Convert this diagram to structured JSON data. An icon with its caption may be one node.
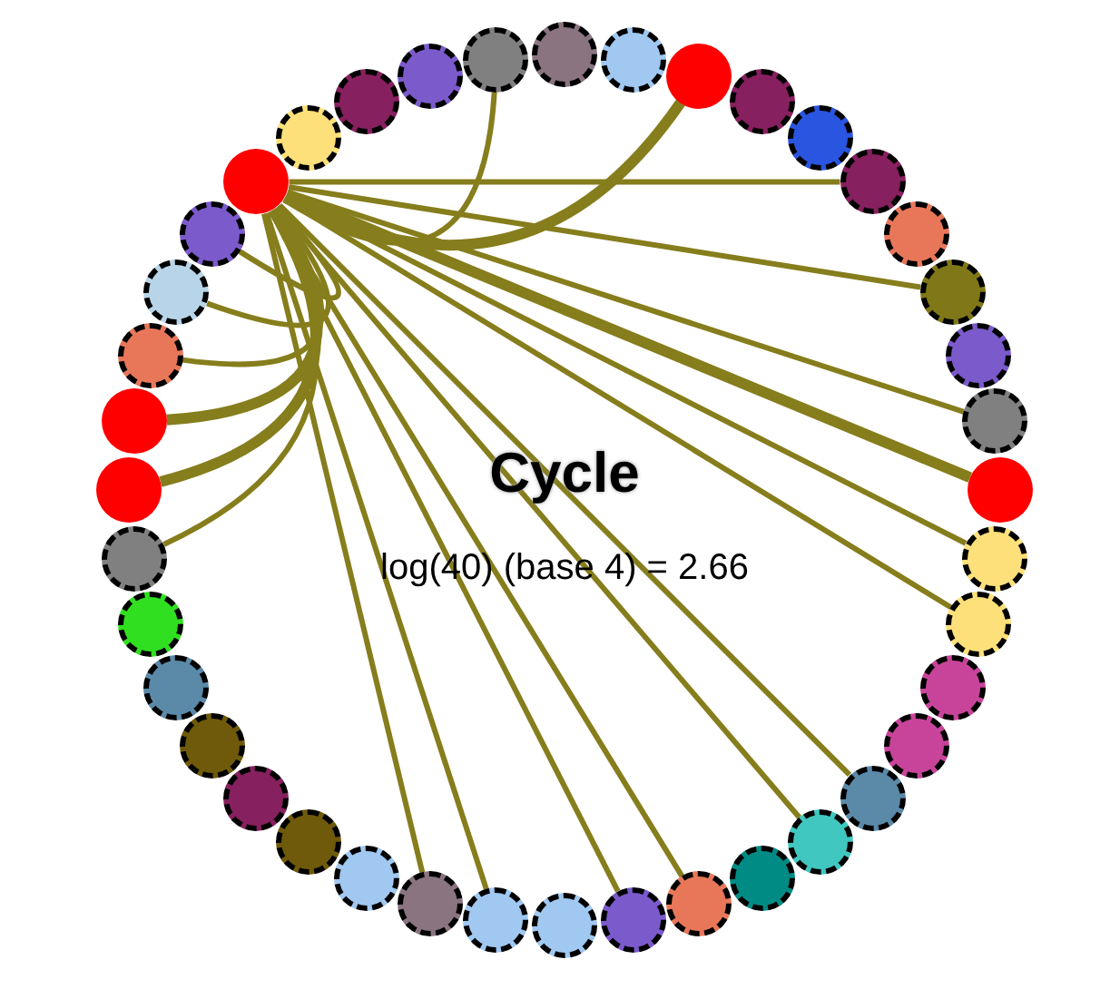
{
  "diagram": {
    "title": "Cycle",
    "nodes": [
      {
        "text": [],
        "shape": "circle"
      },
      {
        "text": [],
        "shape": "circle"
      },
      {
        "text": [],
        "shape": "circle"
      },
      {
        "text": [],
        "shape": "circle"
      },
      {
        "text": [],
        "shape": "circle"
      },
      {
        "text": [],
        "shape": "circle"
      },
      {
        "text": [],
        "shape": "circle"
      },
      {
        "text": [],
        "shape": "circle"
      },
      {
        "text": [],
        "shape": "circle"
      },
      {
        "text": [],
        "shape": "circle"
      },
      {
        "text": [],
        "shape": "circle"
      },
      {
        "text": [],
        "shape": "circle"
      },
      {
        "text": [],
        "shape": "circle"
      },
      {
        "text": [],
        "shape": "circle"
      },
      {
        "text": [],
        "shape": "circle"
      },
      {
        "text": [],
        "shape": "circle"
      },
      {
        "text": [],
        "shape": "circle"
      },
      {
        "text": [],
        "shape": "circle"
      },
      {
        "text": [],
        "shape": "circle"
      },
      {
        "text": [],
        "shape": "circle"
      },
      {
        "text": [],
        "shape": "circle"
      },
      {
        "text": [],
        "shape": "circle"
      },
      {
        "text": [],
        "shape": "circle"
      },
      {
        "text": [],
        "shape": "circle"
      },
      {
        "text": [],
        "shape": "circle"
      },
      {
        "text": [],
        "shape": "circle"
      },
      {
        "text": [],
        "shape": "circle"
      },
      {
        "text": [],
        "shape": "circle"
      },
      {
        "text": [],
        "shape": "circle"
      },
      {
        "text": [],
        "shape": "circle"
      },
      {
        "text": [],
        "shape": "circle"
      },
      {
        "text": [],
        "shape": "circle"
      },
      {
        "text": [],
        "shape": "circle"
      },
      {
        "text": [],
        "shape": "circle"
      },
      {
        "text": [],
        "shape": "circle"
      },
      {
        "text": [],
        "shape": "circle"
      },
      {
        "text": [],
        "shape": "circle"
      },
      {
        "text": [],
        "shape": "circle"
      },
      {
        "text": [],
        "shape": "circle"
      },
      {
        "text": [],
        "shape": "circle"
      }
    ],
    "edges": [
      {
        "from": 35,
        "to": 2,
        "arrow": "none",
        "style": "thick"
      },
      {
        "from": 35,
        "to": 39,
        "arrow": "none"
      },
      {
        "from": 35,
        "to": 5,
        "arrow": "none"
      },
      {
        "from": 35,
        "to": 7,
        "arrow": "none"
      },
      {
        "from": 35,
        "to": 9,
        "arrow": "none"
      },
      {
        "from": 35,
        "to": 10,
        "arrow": "none",
        "style": "thick"
      },
      {
        "from": 35,
        "to": 11,
        "arrow": "none"
      },
      {
        "from": 35,
        "to": 12,
        "arrow": "none"
      },
      {
        "from": 35,
        "to": 15,
        "arrow": "none"
      },
      {
        "from": 35,
        "to": 16,
        "arrow": "none"
      },
      {
        "from": 35,
        "to": 18,
        "arrow": "none"
      },
      {
        "from": 35,
        "to": 19,
        "arrow": "none"
      },
      {
        "from": 35,
        "to": 21,
        "arrow": "none"
      },
      {
        "from": 35,
        "to": 22,
        "arrow": "none"
      },
      {
        "from": 35,
        "to": 29,
        "arrow": "none"
      },
      {
        "from": 35,
        "to": 30,
        "arrow": "none",
        "style": "thick"
      },
      {
        "from": 35,
        "to": 31,
        "arrow": "none",
        "style": "thick"
      },
      {
        "from": 35,
        "to": 32,
        "arrow": "none"
      },
      {
        "from": 35,
        "to": 33,
        "arrow": "none"
      },
      {
        "from": 35,
        "to": 34,
        "arrow": "none"
      }
    ],
    "labels": [
      "log(40) (base 4) = 2.66"
    ]
  }
}
